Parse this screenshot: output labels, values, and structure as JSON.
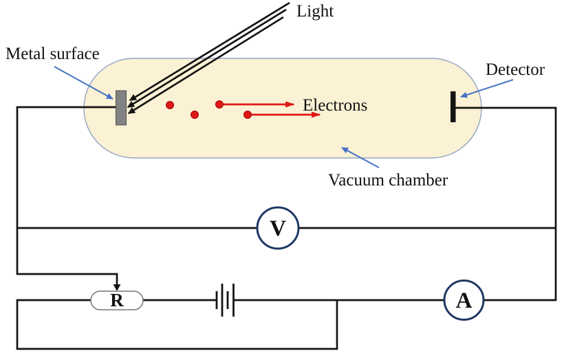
{
  "diagram": {
    "labels": {
      "light": "Light",
      "metal_surface": "Metal surface",
      "detector": "Detector",
      "electrons": "Electrons",
      "vacuum_chamber": "Vacuum chamber"
    },
    "meters": {
      "voltmeter": "V",
      "ammeter": "A",
      "rheostat": "R"
    }
  },
  "colors": {
    "wire": "#141414",
    "chamber-fill": "#fbf1d4",
    "chamber-stroke": "#92a4c4",
    "plate-fill": "#828282",
    "plate-stroke": "#4f4f4f",
    "electron-red": "#df1717",
    "annotation-blue": "#4472c4",
    "meter-ring": "#1f3864",
    "label-ink": "#121212"
  }
}
